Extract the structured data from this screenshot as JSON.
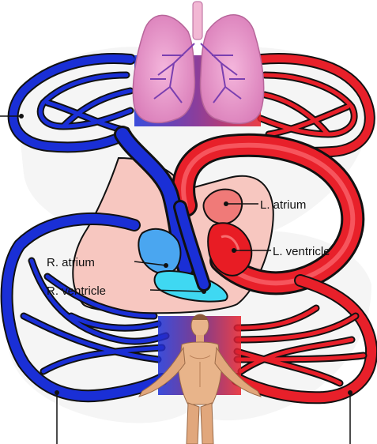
{
  "labels": {
    "l_atrium": "L. atrium",
    "l_ventricle": "L. ventricle",
    "r_atrium": "R. atrium",
    "r_ventricle": "R. ventricle"
  },
  "colors": {
    "deoxygenated": "#1a2fd6",
    "oxygenated": "#e8202a",
    "capillary": "#6a1b7a",
    "pericardium": "#f7c7c0",
    "lung": "#e89ac8",
    "right_atrium": "#4aa6f0",
    "right_ventricle": "#3fd8f2",
    "left_atrium": "#f07a78",
    "left_ventricle": "#e81c24",
    "skin": "#e8b48a"
  },
  "icons": {
    "lungs": "lungs-illustration",
    "body": "human-body-illustration"
  }
}
